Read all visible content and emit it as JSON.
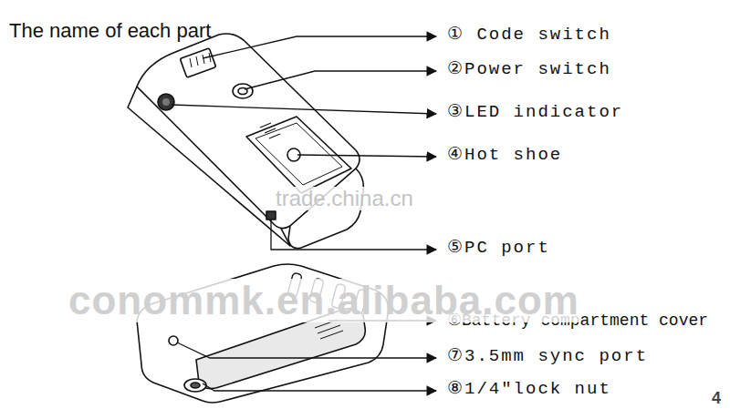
{
  "diagram": {
    "title": "The name of each part",
    "labels": [
      "① Code switch",
      "②Power switch",
      "③LED indicator",
      "④Hot shoe",
      "⑤PC port",
      "⑥Battery compartment cover",
      "⑦3.5mm sync port",
      "⑧1/4\"lock nut",
      "trade.china.cn",
      "conommk.en.alibaba.com",
      "4"
    ]
  }
}
